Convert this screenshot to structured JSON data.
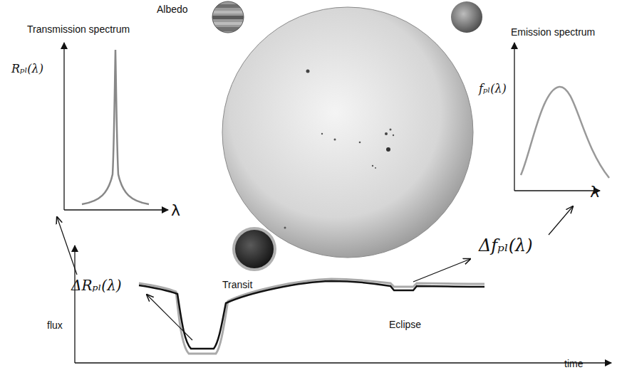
{
  "diagram": {
    "labels": [
      "Albedo",
      "Transmission spectrum",
      "Rₚₗ(λ)",
      "λ",
      "Emission spectrum",
      "fₚₗ(λ)",
      "λ",
      "Δfₚₗ(λ)",
      "ΔRₚₗ(λ)",
      "Transit",
      "Eclipse",
      "flux",
      "time"
    ]
  }
}
